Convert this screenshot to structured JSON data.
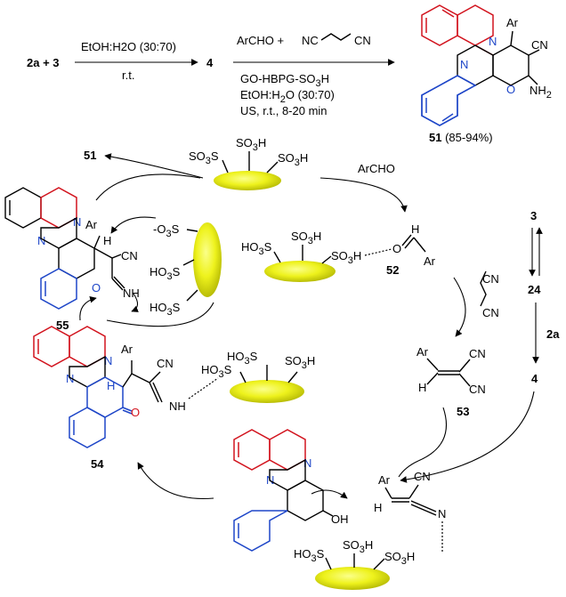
{
  "accent_colors": {
    "ring_red": "#d2141e",
    "ring_blue": "#1e46c8",
    "catalyst_yellow": "#eef21c"
  },
  "top_reaction": {
    "start": "2a + 3",
    "step1_above": "EtOH:H2O (30:70)",
    "step1_below": "r.t.",
    "intermediate": "4",
    "step2_reagents_left": "ArCHO +",
    "step2_reagents_nc": "NC",
    "step2_reagents_cn": "CN",
    "catalyst_main": "GO-HBPG-SO",
    "catalyst_sub3": "3",
    "catalyst_end": "H",
    "solvent_main": "EtOH:H",
    "solvent_sub2": "2",
    "solvent_end": "O (30:70)",
    "conditions": "US, r.t., 8-20 min",
    "product_number": "51",
    "product_yield": "(85-94%)"
  },
  "product_51": {
    "ar": "Ar",
    "cn": "CN",
    "n1": "N",
    "n2": "N",
    "o": "O",
    "nh2": "NH",
    "nh2_sub": "2"
  },
  "side_sequence": {
    "c3": "3",
    "c24": "24",
    "reagent": "2a",
    "c4": "4"
  },
  "cycle": {
    "label_51": "51",
    "archo": "ArCHO",
    "malononitrile_nc": "CN",
    "malononitrile_cn": "CN",
    "compound_52": "52",
    "compound_53": "53",
    "compound_54": "54",
    "compound_55": "55",
    "so3h_a": "SO",
    "sub3": "3",
    "h": "H",
    "ho3s": "HO",
    "s": "S",
    "minus_o3s": "-O",
    "ar": "Ar",
    "cn": "CN",
    "nh": "NH",
    "n": "N",
    "o": "O",
    "oh": "OH",
    "h_atom": "H"
  }
}
